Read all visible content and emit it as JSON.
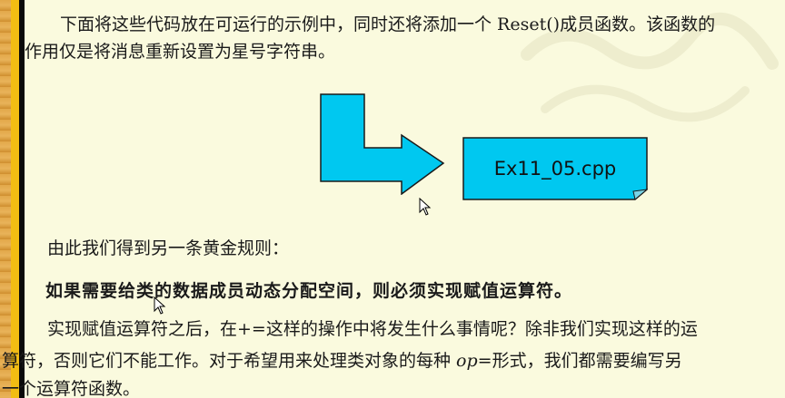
{
  "paragraph1": {
    "line1_pre": "下面将这些代码放在可运行的示例中，同时还将添加一个 ",
    "line1_code": "Reset()",
    "line1_post": "成员函数。该函数的",
    "line2": "作用仅是将消息重新设置为星号字符串。"
  },
  "diagram": {
    "file_label": "Ex11_05.cpp",
    "arrow_color": "#00c8f0",
    "box_color": "#00c8f0"
  },
  "paragraph2": "由此我们得到另一条黄金规则：",
  "rule": "如果需要给类的数据成员动态分配空间，则必须实现赋值运算符。",
  "paragraph3": {
    "line1": "实现赋值运算符之后，在+=这样的操作中将发生什么事情呢？除非我们实现这样的运",
    "line2_pre": "算符，否则它们不能工作。对于希望用来处理类对象的每种 ",
    "line2_op": "op",
    "line2_post": "=形式，我们都需要编写另",
    "line3": "一个运算符函数。"
  }
}
